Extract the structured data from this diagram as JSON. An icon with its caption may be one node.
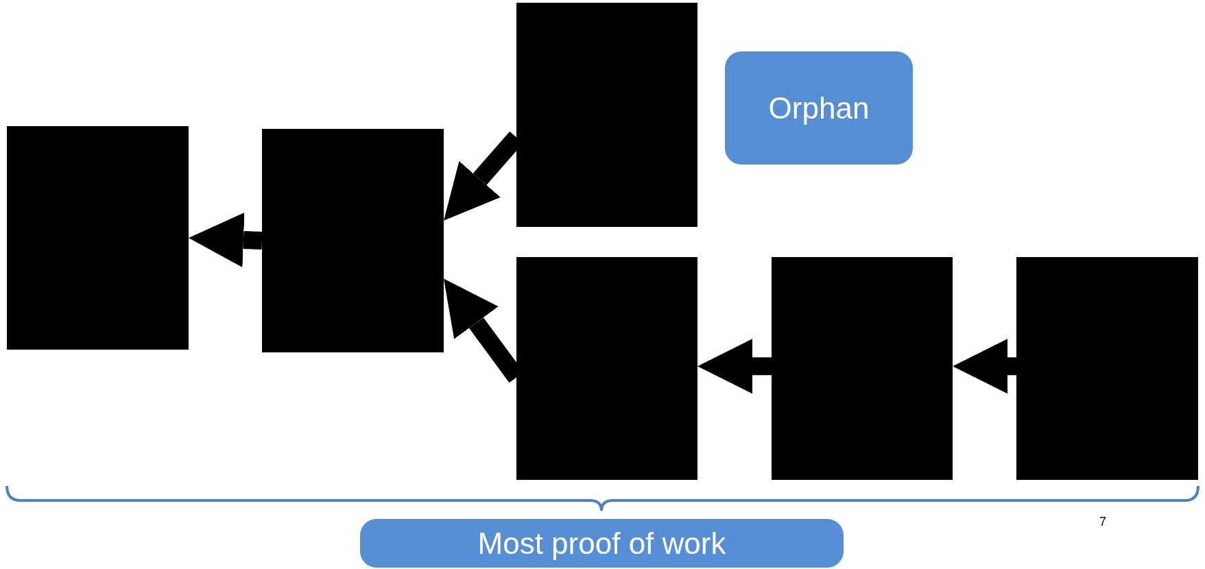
{
  "diagram": {
    "nodes": [
      {
        "text": [],
        "shape": "box"
      },
      {
        "text": [
          "Orphan"
        ]
      },
      {
        "text": [],
        "shape": "box"
      },
      {
        "text": [],
        "shape": "box"
      },
      {
        "text": [],
        "shape": "box"
      },
      {
        "text": [],
        "shape": "box"
      },
      {
        "text": [],
        "shape": "box"
      },
      {
        "text": [
          "Most proof of work"
        ]
      }
    ],
    "edges": [
      {
        "from": 3,
        "to": 2,
        "arrow": "to"
      },
      {
        "from": 0,
        "to": 3,
        "arrow": "to"
      },
      {
        "from": 4,
        "to": 3,
        "arrow": "to"
      },
      {
        "from": 5,
        "to": 4,
        "arrow": "to"
      },
      {
        "from": 6,
        "to": 5,
        "arrow": "to"
      }
    ],
    "labels": [
      "7"
    ]
  }
}
